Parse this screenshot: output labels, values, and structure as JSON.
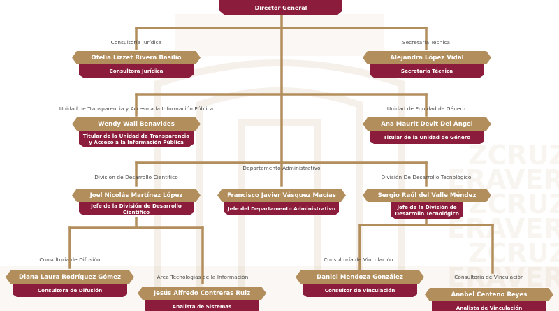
{
  "director": {
    "role": "Director General"
  },
  "watermark": {
    "lines": [
      "ZCRUZ",
      "ERAVERA",
      "ZCRUZ",
      "ERAVERA",
      "ZCRUZ",
      "ERAVER"
    ]
  },
  "nodes": [
    {
      "id": "cj",
      "area": "Consultoría Jurídica",
      "name": "Ofelia Lizzet Rivera Basilio",
      "role": "Consultora Jurídica"
    },
    {
      "id": "st",
      "area": "Secretaría Técnica",
      "name": "Alejandra López Vidal",
      "role": "Secretaria Técnica"
    },
    {
      "id": "ut",
      "area": "Unidad de Transparencia y Acceso a la Información Pública",
      "name": "Wendy Wall Benavides",
      "role": "Titular de la Unidad de Transparencia y Acceso a la Información Pública"
    },
    {
      "id": "ue",
      "area": "Unidad de Equidad de Género",
      "name": "Ana Maurit Devit Del Ángel",
      "role": "Titular de la Unidad de Género"
    },
    {
      "id": "ddc",
      "area": "División de Desarrollo Científico",
      "name": "Joel Nicolás Martínez López",
      "role": "Jefe de la División de Desarrollo Científico"
    },
    {
      "id": "da",
      "area": "Departamento Administrativo",
      "name": "Francisco Javier Vásquez Macías",
      "role": "Jefe del Departamento Administrativo"
    },
    {
      "id": "ddt",
      "area": "División De Desarrollo Tecnológico",
      "name": "Sergio Raúl del Valle Méndez",
      "role": "Jefe de la División de Desarrollo Tecnológico"
    },
    {
      "id": "cd",
      "area": "Consultoría de Difusión",
      "name": "Diana Laura Rodríguez Gómez",
      "role": "Consultora de Difusión"
    },
    {
      "id": "ati",
      "area": "Área Tecnologías de la Información",
      "name": "Jesús Alfredo Contreras Ruiz",
      "role": "Analista de Sistemas"
    },
    {
      "id": "cv1",
      "area": "Consultoría de Vinculación",
      "name": "Daniel Mendoza González",
      "role": "Consultor de Vinculación"
    },
    {
      "id": "cv2",
      "area": "Consultoría de Vinculación",
      "name": "Anabel Centeno Reyes",
      "role": "Analista de Vinculación"
    }
  ]
}
